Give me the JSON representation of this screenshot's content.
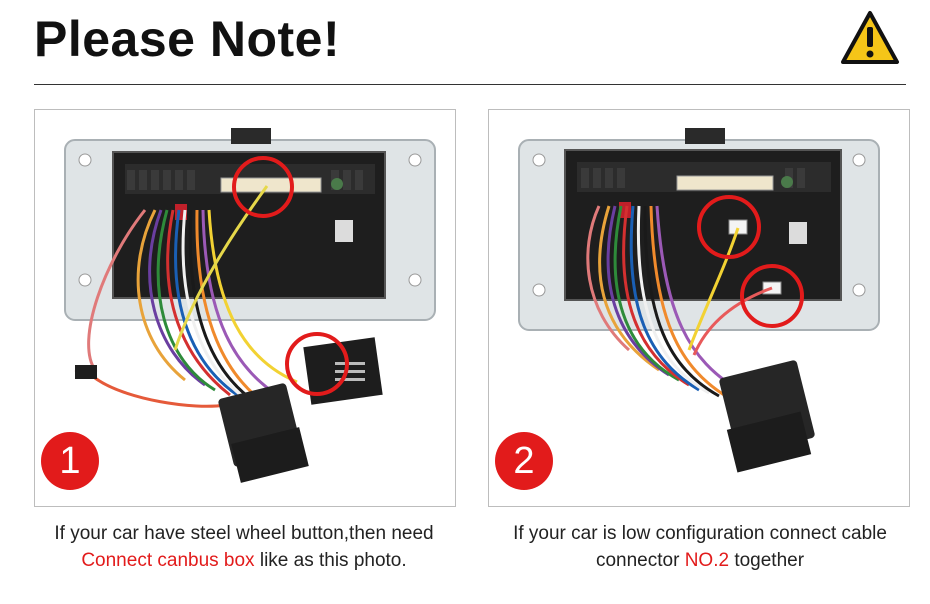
{
  "header": {
    "title": "Please Note!"
  },
  "panels": [
    {
      "badge": "1",
      "caption": {
        "line1": "If your car have steel wheel button,then need",
        "highlight": "Connect canbus box",
        "line2_rest": " like as this photo."
      }
    },
    {
      "badge": "2",
      "caption": {
        "line1": "If your car is low configuration connect cable",
        "line2_prefix": "connector ",
        "highlight": "NO.2",
        "line2_suffix": " together"
      }
    }
  ],
  "colors": {
    "highlight": "#e21b1b",
    "badge": "#e21b1b",
    "warning_fill": "#f5c518"
  },
  "icons": [
    "warning-triangle-icon"
  ]
}
